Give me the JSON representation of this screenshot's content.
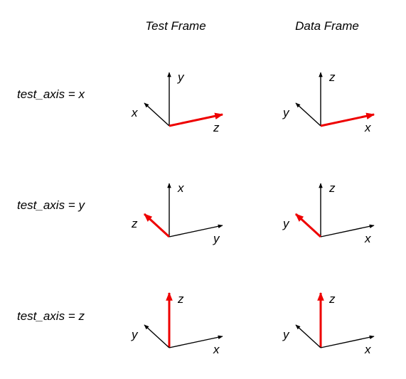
{
  "headers": {
    "test_frame": "Test Frame",
    "data_frame": "Data Frame"
  },
  "rows": [
    {
      "label": "test_axis = x",
      "test_frame": {
        "up": "y",
        "left": "x",
        "right": "z",
        "highlight": "right"
      },
      "data_frame": {
        "up": "z",
        "left": "y",
        "right": "x",
        "highlight": "right"
      }
    },
    {
      "label": "test_axis = y",
      "test_frame": {
        "up": "x",
        "left": "z",
        "right": "y",
        "highlight": "left"
      },
      "data_frame": {
        "up": "z",
        "left": "y",
        "right": "x",
        "highlight": "left"
      }
    },
    {
      "label": "test_axis = z",
      "test_frame": {
        "up": "z",
        "left": "y",
        "right": "x",
        "highlight": "up"
      },
      "data_frame": {
        "up": "z",
        "left": "y",
        "right": "x",
        "highlight": "up"
      }
    }
  ],
  "colors": {
    "axis": "#000000",
    "highlight": "#ee0000",
    "text": "#000000",
    "background": "#ffffff"
  }
}
